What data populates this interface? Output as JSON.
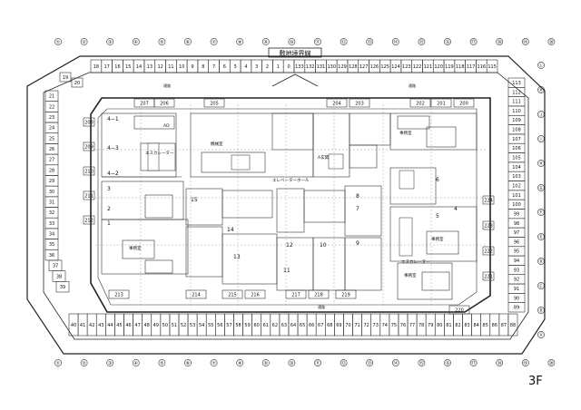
{
  "title": "敷地境界線",
  "floor": "3F",
  "grid_top": [
    "①",
    "②",
    "③",
    "④",
    "⑤",
    "⑥",
    "⑦",
    "⑧",
    "⑨",
    "⑩",
    "⑪",
    "⑫",
    "⑬",
    "⑭",
    "⑮",
    "⑯",
    "⑰",
    "⑱",
    "⑲",
    "⑳"
  ],
  "grid_right": [
    "Ⓛ",
    "Ⓚ",
    "Ⓙ",
    "Ⓘ",
    "Ⓗ",
    "Ⓖ",
    "Ⓕ",
    "Ⓔ",
    "Ⓓ",
    "Ⓒ",
    "Ⓑ",
    "Ⓐ"
  ],
  "grid_bottom": [
    "①",
    "②",
    "③",
    "④",
    "⑤",
    "⑥",
    "⑦",
    "⑧",
    "⑨",
    "⑩",
    "⑪",
    "⑫",
    "⑬",
    "⑭",
    "⑮",
    "⑯",
    "⑰",
    "⑱",
    "⑲",
    "⑳"
  ],
  "spaces_top": [
    "18",
    "17",
    "16",
    "15",
    "14",
    "13",
    "12",
    "11",
    "10",
    "9",
    "8",
    "7",
    "6",
    "5",
    "4",
    "3",
    "2",
    "1",
    "0",
    "133",
    "132",
    "131",
    "130",
    "129",
    "128",
    "127",
    "126",
    "125",
    "124",
    "123",
    "122",
    "121",
    "120",
    "119",
    "118",
    "117",
    "116",
    "115"
  ],
  "spaces_left": [
    "21",
    "22",
    "23",
    "24",
    "25",
    "26",
    "27",
    "28",
    "29",
    "30",
    "31",
    "32",
    "33",
    "34",
    "35",
    "36",
    "37",
    "38",
    "39"
  ],
  "spaces_bottom": [
    "40",
    "41",
    "42",
    "43",
    "44",
    "45",
    "46",
    "47",
    "48",
    "49",
    "50",
    "51",
    "52",
    "53",
    "54",
    "55",
    "56",
    "57",
    "58",
    "59",
    "60",
    "61",
    "62",
    "63",
    "64",
    "65",
    "66",
    "67",
    "68",
    "69",
    "70",
    "71",
    "72",
    "73",
    "74",
    "75",
    "76",
    "77",
    "78",
    "79",
    "80",
    "81",
    "82",
    "83",
    "84",
    "85",
    "86",
    "87",
    "88"
  ],
  "spaces_right": [
    "113",
    "112",
    "111",
    "110",
    "109",
    "108",
    "107",
    "106",
    "105",
    "104",
    "103",
    "102",
    "101",
    "100",
    "99",
    "98",
    "97",
    "96",
    "95",
    "94",
    "93",
    "92",
    "91",
    "90",
    "89"
  ],
  "spaces_top_corner": [
    "19",
    "20"
  ],
  "inner_top": [
    "207",
    "206",
    "205",
    "204",
    "203",
    "202",
    "201",
    "200"
  ],
  "inner_bottom": [
    "213",
    "214",
    "215",
    "216",
    "217",
    "218",
    "219",
    "220"
  ],
  "inner_left": [
    "208",
    "209",
    "210",
    "211",
    "212"
  ],
  "inner_right": [
    "221",
    "222",
    "223",
    "224"
  ],
  "rooms": {
    "r41": "4−1",
    "r43": "4−3",
    "r42": "4−2",
    "r3": "3",
    "r2": "2",
    "r1": "1",
    "r15": "15",
    "r14": "14",
    "r13": "13",
    "r12": "12",
    "r11": "11",
    "r10": "10",
    "r7": "7",
    "r8": "8",
    "r9": "9",
    "r6": "6",
    "r5": "5",
    "r4": "4",
    "esc1": "エスカレーター",
    "esc2": "エスカレーター",
    "evhall": "エレベーターホール",
    "office1": "事務室",
    "office2": "事務室",
    "office3": "事務室",
    "office4": "事務室",
    "ad": "AD",
    "lobby": "A玄関",
    "corridor_top1": "通路",
    "corridor_top2": "通路",
    "corridor_bot": "通路",
    "mech": "機械室"
  }
}
